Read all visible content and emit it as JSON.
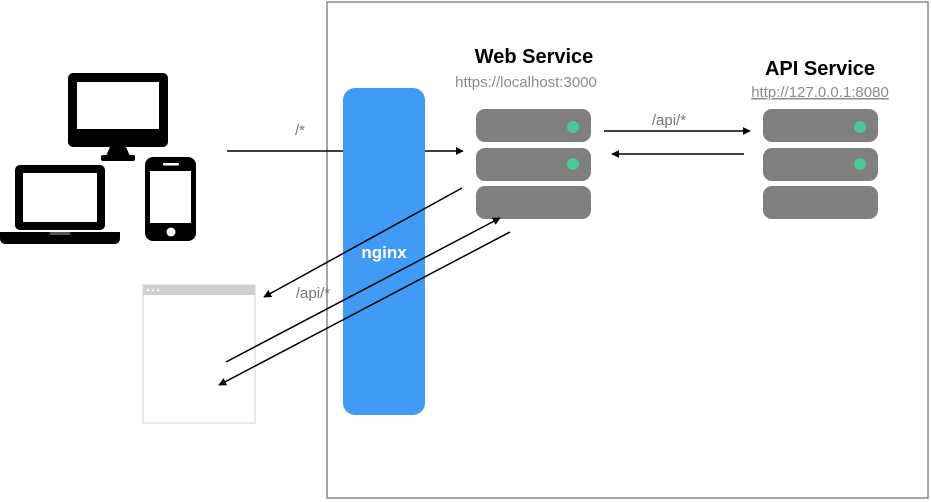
{
  "web_service": {
    "title": "Web Service",
    "url": "https://localhost:3000"
  },
  "api_service": {
    "title": "API Service",
    "url": "http://127.0.0.1:8080"
  },
  "proxy": {
    "label": "nginx"
  },
  "routes": {
    "root": "/*",
    "api_upstream": "/api/*",
    "api_client": "/api/*"
  },
  "colors": {
    "nginx": "#3f9bf6",
    "server": "#7f7f7f",
    "led": "#4cc796",
    "boundary": "#8a8a8a",
    "arrow": "#000000"
  },
  "icons": [
    "desktop-monitor-icon",
    "laptop-icon",
    "smartphone-icon",
    "browser-window-icon",
    "server-icon"
  ]
}
